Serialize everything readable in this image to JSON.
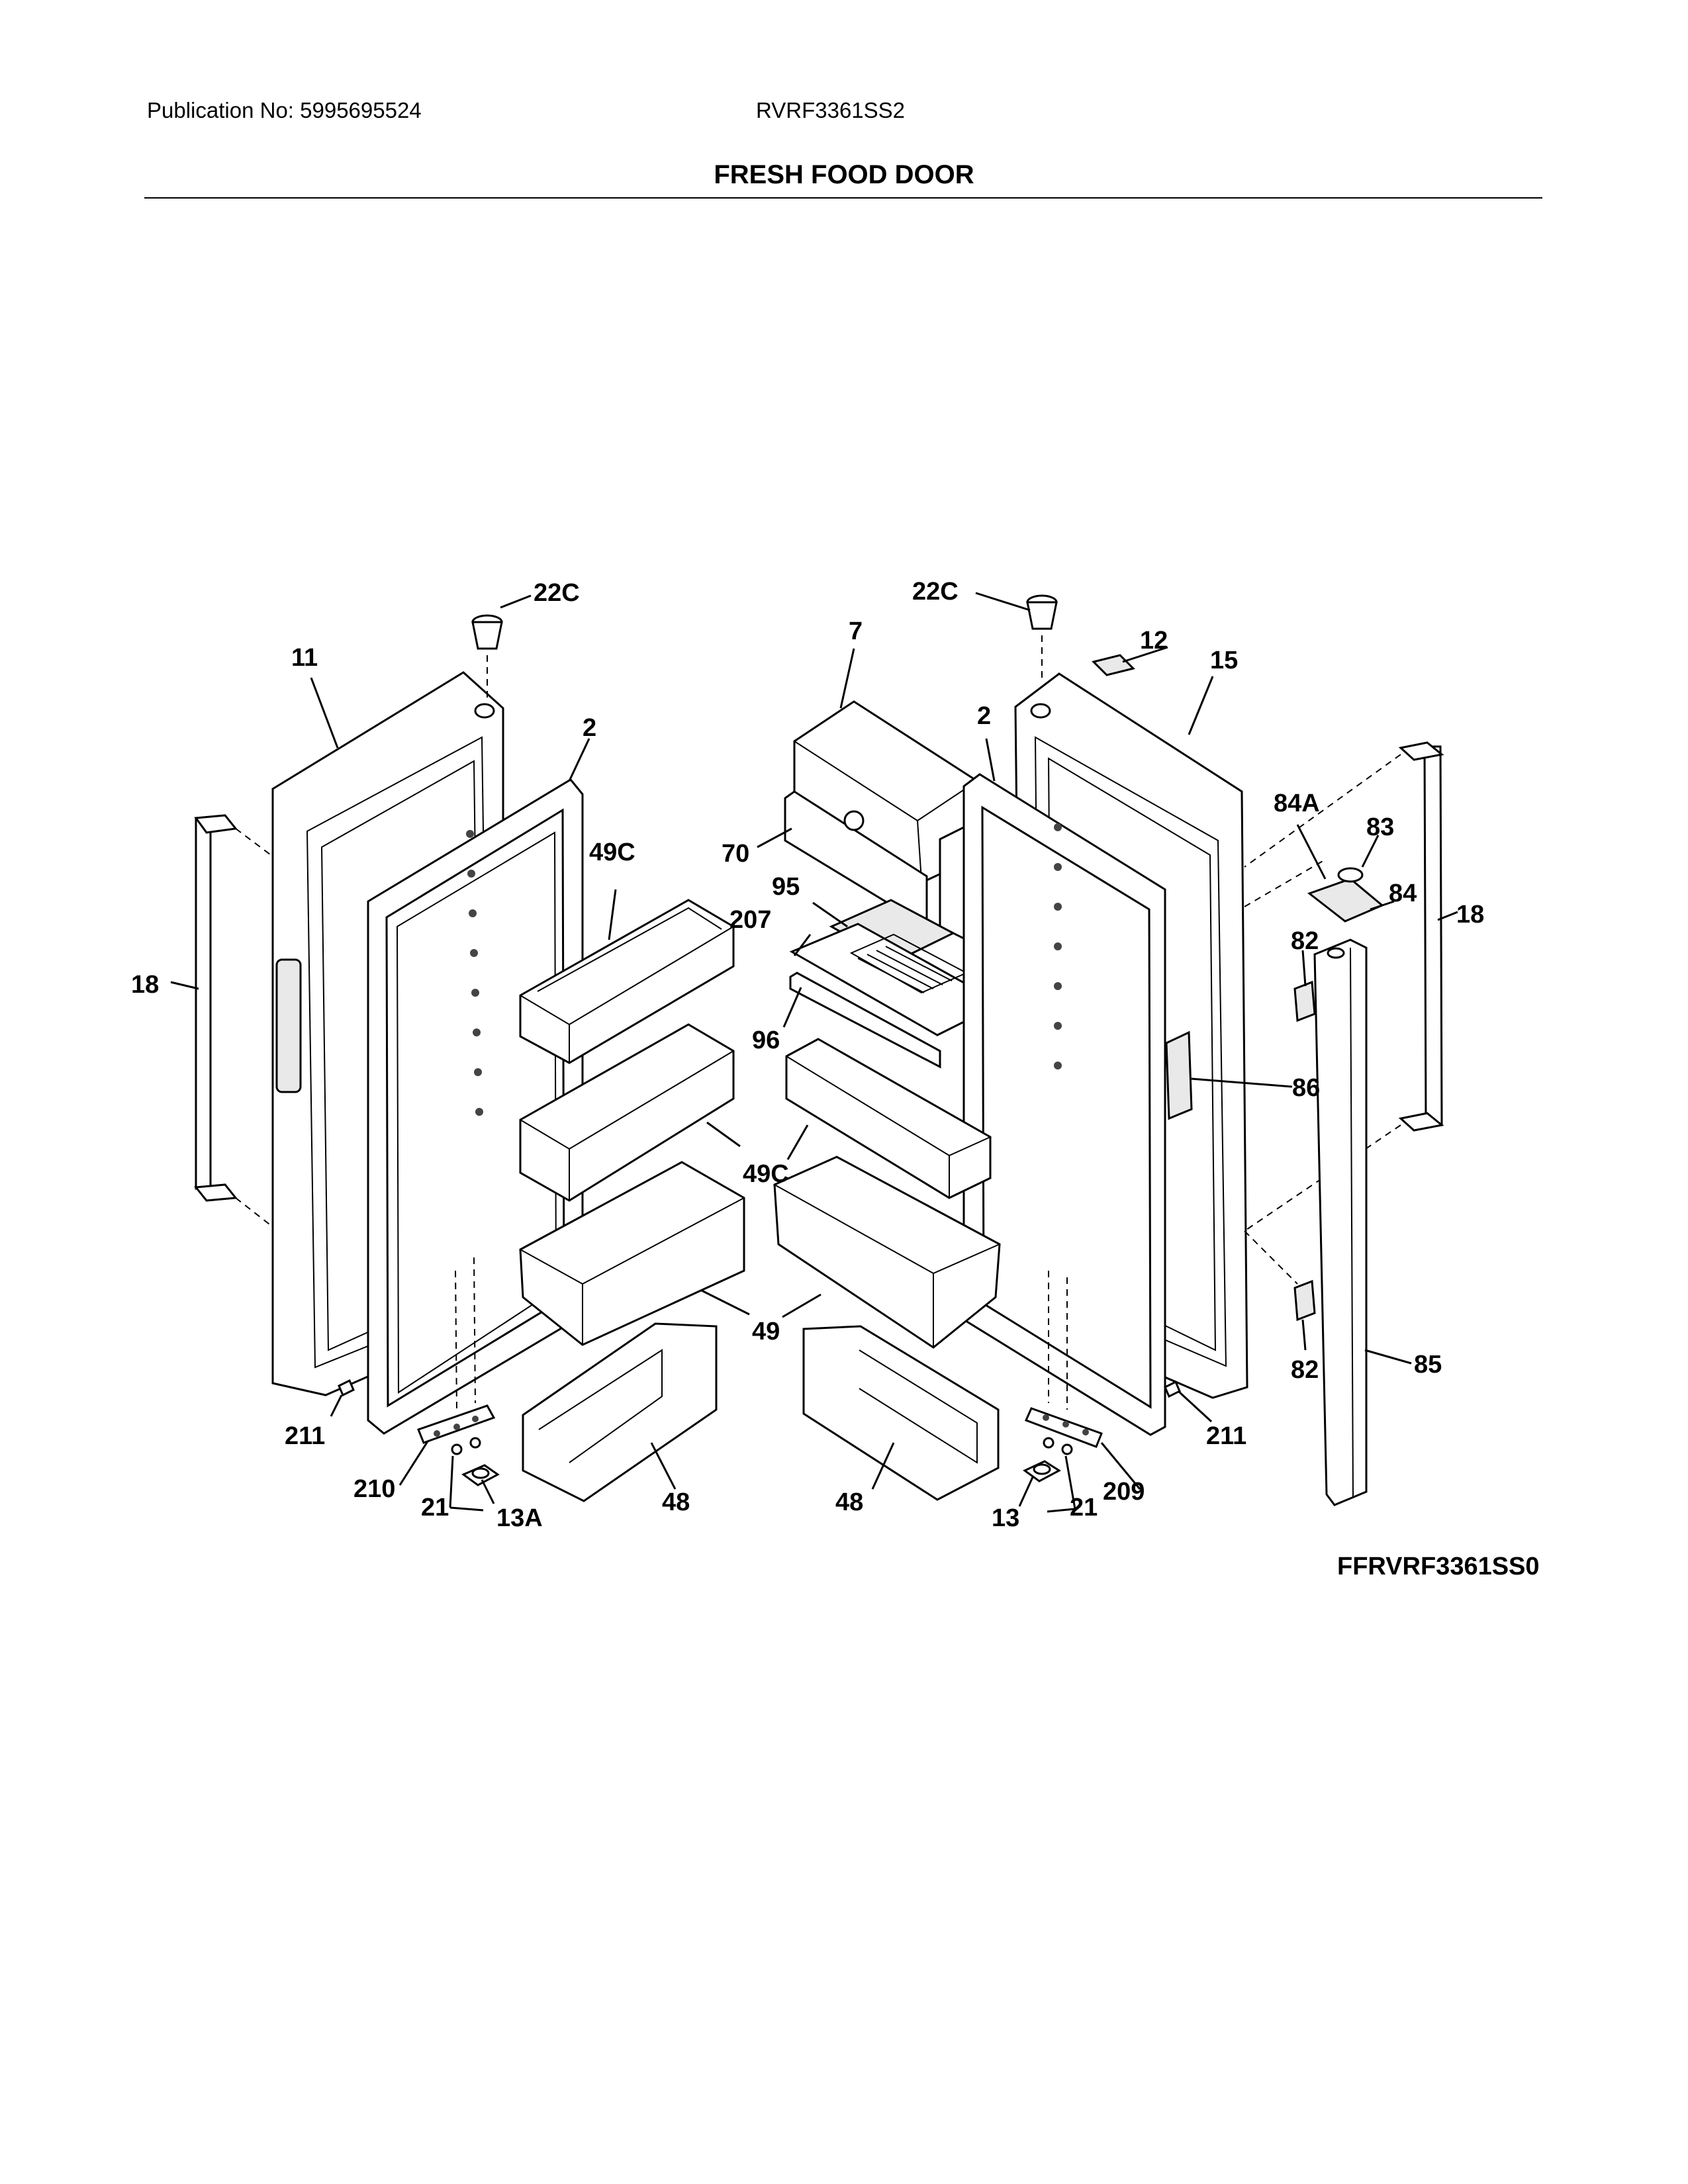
{
  "header": {
    "publication": "Publication No: 5995695524",
    "model": "RVRF3361SS2"
  },
  "title": "FRESH FOOD DOOR",
  "diagram_code": "FFRVRF3361SS0",
  "callouts": {
    "left_cap": "22C",
    "right_cap": "22C",
    "left_door": "11",
    "right_door": "15",
    "nameplate": "12",
    "left_gasket": "2",
    "right_gasket": "2",
    "dairy_compartment": "7",
    "dairy_door": "70",
    "cover_95": "95",
    "tray_207": "207",
    "shelf_96": "96",
    "left_bin_49c": "49C",
    "right_bin_49c": "49C",
    "left_bin_49": "49",
    "right_bin_49": "49",
    "left_bin_48": "48",
    "right_bin_48": "48",
    "left_handle": "18",
    "right_handle": "18",
    "bracket_84a": "84A",
    "button_83": "83",
    "bracket_84": "84",
    "clip_82_top": "82",
    "clip_82_bottom": "82",
    "switch_86": "86",
    "trim_85": "85",
    "left_stop_211": "211",
    "right_stop_211": "211",
    "left_hinge_210": "210",
    "right_hinge_209": "209",
    "left_screw_21": "21",
    "right_screw_21": "21",
    "left_hinge_13a": "13A",
    "right_hinge_13": "13"
  }
}
